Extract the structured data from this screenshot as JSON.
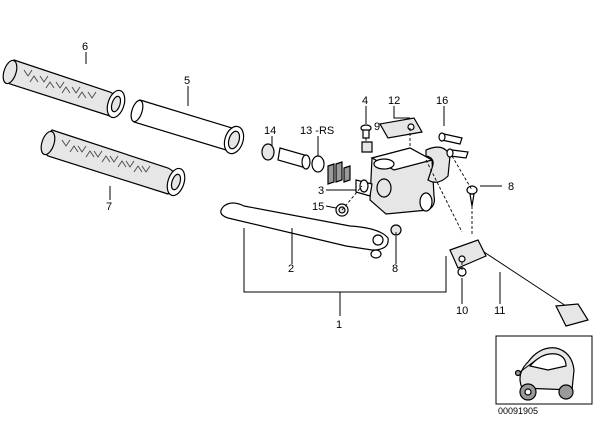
{
  "callouts": {
    "c1": "1",
    "c2": "2",
    "c3": "3",
    "c4": "4",
    "c5": "5",
    "c6": "6",
    "c7": "7",
    "c8a": "8",
    "c8b": "8",
    "c9": "9",
    "c10": "10",
    "c11": "11",
    "c12": "12",
    "c13": "13 -RS",
    "c14": "14",
    "c15": "15",
    "c16": "16"
  },
  "image_code": "00091905"
}
